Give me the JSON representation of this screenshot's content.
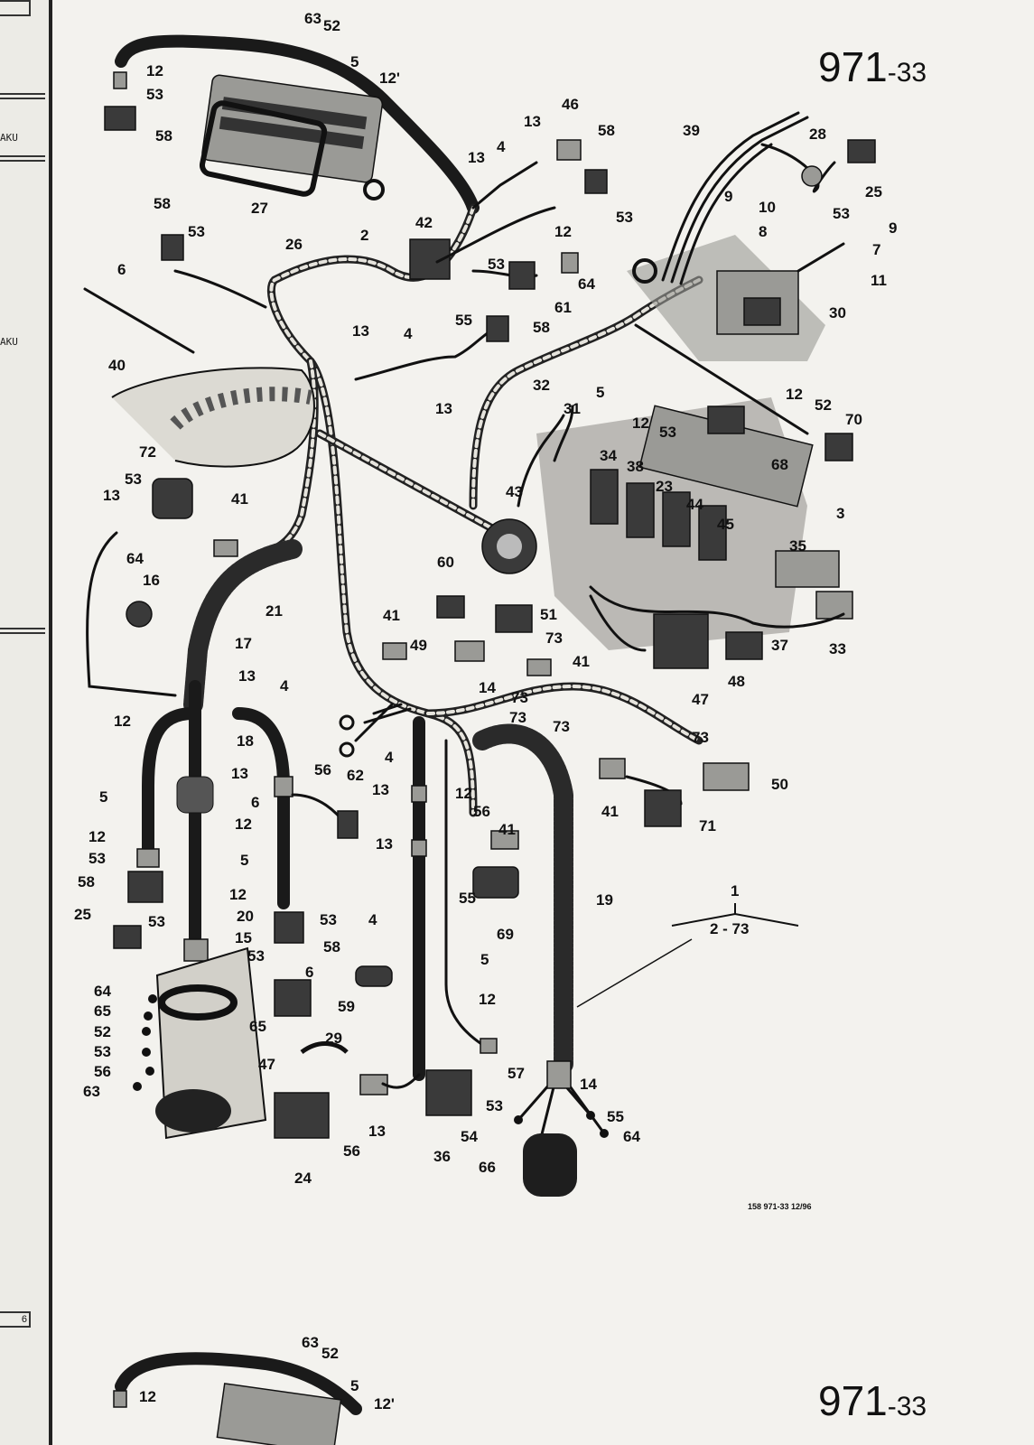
{
  "page": {
    "number": "971",
    "suffix": "-33",
    "footer_ref": "158 971-33 12/96",
    "next_page_number": "971",
    "next_page_suffix": "-33"
  },
  "edge_strip": {
    "labels": [
      "AKU",
      "AKU"
    ],
    "page_box": "6"
  },
  "group_bracket": {
    "item": "1",
    "range": "2 - 73"
  },
  "labels": {
    "n63": "63",
    "n52": "52",
    "n5": "5",
    "n12": "12",
    "n12b": "12'",
    "n53": "53",
    "n58": "58",
    "n27": "27",
    "n26": "26",
    "n2": "2",
    "n13": "13",
    "n4": "4",
    "n46": "46",
    "n39": "39",
    "n28": "28",
    "n25": "25",
    "n9": "9",
    "n10": "10",
    "n8": "8",
    "n7": "7",
    "n11": "11",
    "n30": "30",
    "n42": "42",
    "n61": "61",
    "n64": "64",
    "n6": "6",
    "n55": "55",
    "n40": "40",
    "n32": "32",
    "n31": "31",
    "n70": "70",
    "n68": "68",
    "n34": "34",
    "n38": "38",
    "n23": "23",
    "n44": "44",
    "n45": "45",
    "n35": "35",
    "n3": "3",
    "n72": "72",
    "n41": "41",
    "n43": "43",
    "n16": "16",
    "n21": "21",
    "n60": "60",
    "n51": "51",
    "n37": "37",
    "n33": "33",
    "n17": "17",
    "n49": "49",
    "n73": "73",
    "n48": "48",
    "n47": "47",
    "n18": "18",
    "n14": "14",
    "n50": "50",
    "n56": "56",
    "n62": "62",
    "n71": "71",
    "n69": "69",
    "n19": "19",
    "n20": "20",
    "n15": "15",
    "n59": "59",
    "n65": "65",
    "n29": "29",
    "n57": "57",
    "n54": "54",
    "n66": "66",
    "n36": "36",
    "n24": "24"
  }
}
